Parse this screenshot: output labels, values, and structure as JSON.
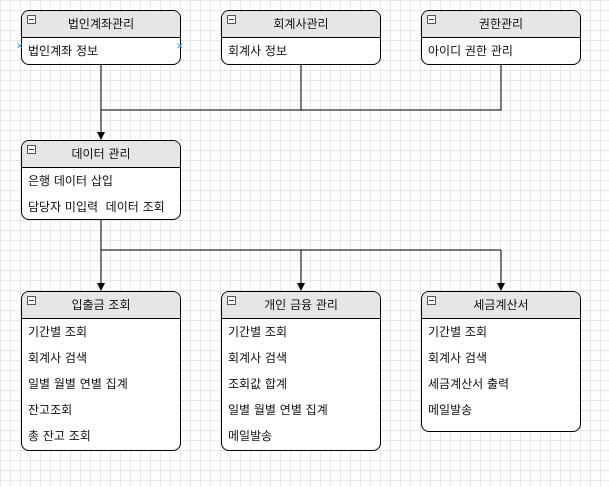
{
  "boxes": [
    {
      "id": "corp-account",
      "title": "법인계좌관리",
      "rows": [
        "법인계좌 정보"
      ]
    },
    {
      "id": "accountant",
      "title": "회계사관리",
      "rows": [
        "회계사 정보"
      ]
    },
    {
      "id": "permission",
      "title": "권한관리",
      "rows": [
        "아이디 권한 관리"
      ]
    },
    {
      "id": "data",
      "title": "데이터 관리",
      "rows": [
        "은행 데이터 삽입",
        "담당자 미입력  데이터 조회"
      ]
    },
    {
      "id": "deposit",
      "title": "입출금 조회",
      "rows": [
        "기간별 조회",
        "회계사 검색",
        "일별 월별 연별 집계",
        "잔고조회",
        "총 잔고 조회"
      ]
    },
    {
      "id": "personal-finance",
      "title": "개인 금융 관리",
      "rows": [
        "기간별 조회",
        "회계사 검색",
        "조회값 합계",
        "일별 월별 연별 집계",
        "메일발송"
      ]
    },
    {
      "id": "tax-invoice",
      "title": "세금계산서",
      "rows": [
        "기간별 조회",
        "회계사 검색",
        "세금계산서 출력",
        "메일발송"
      ]
    }
  ]
}
